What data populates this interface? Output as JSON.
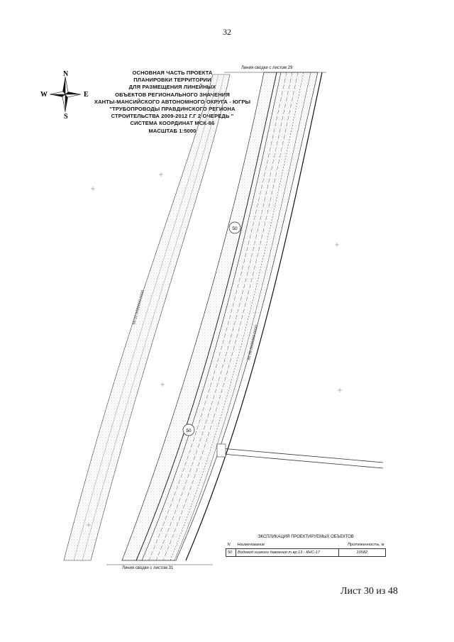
{
  "page_number": "32",
  "title_lines": [
    "ОСНОВНАЯ ЧАСТЬ ПРОЕКТА",
    "ПЛАНИРОВКИ ТЕРРИТОРИИ",
    "ДЛЯ РАЗМЕЩЕНИЯ ЛИНЕЙНЫХ",
    "ОБЪЕКТОВ РЕГИОНАЛЬНОГО ЗНАЧЕНИЯ",
    "ХАНТЫ-МАНСИЙСКОГО АВТОНОМНОГО ОКРУГА - ЮГРЫ",
    "\"ТРУБОПРОВОДЫ ПРАВДИНСКОГО РЕГИОНА",
    "СТРОИТЕЛЬСТВА 2009-2012 Г.Г 2 ОЧЕРЕДЬ \"",
    "СИСТЕМА КООРДИНАТ МСК-86",
    "МАСШТАБ 1:5000"
  ],
  "compass": {
    "n": "N",
    "s": "S",
    "e": "E",
    "w": "W"
  },
  "map": {
    "top_sheet_ref": "Линия сводки с листом 29",
    "bottom_sheet_ref": "Линия сводки с листом 31",
    "object_labels": [
      "50",
      "50"
    ]
  },
  "explication": {
    "title": "ЭКСПЛИКАЦИЯ ПРОЕКТИРУЕМЫХ ОБЪЕКТОВ",
    "headers": [
      "N",
      "Наименование",
      "Протяженность, м"
    ],
    "rows": [
      {
        "n": "50",
        "name": "Водовод низкого давления т.вр.13 - КНС-17",
        "length": "19582"
      }
    ]
  },
  "footer": "Лист 30 из 48",
  "colors": {
    "line": "#222222",
    "stipple": "#8a8a8a"
  }
}
